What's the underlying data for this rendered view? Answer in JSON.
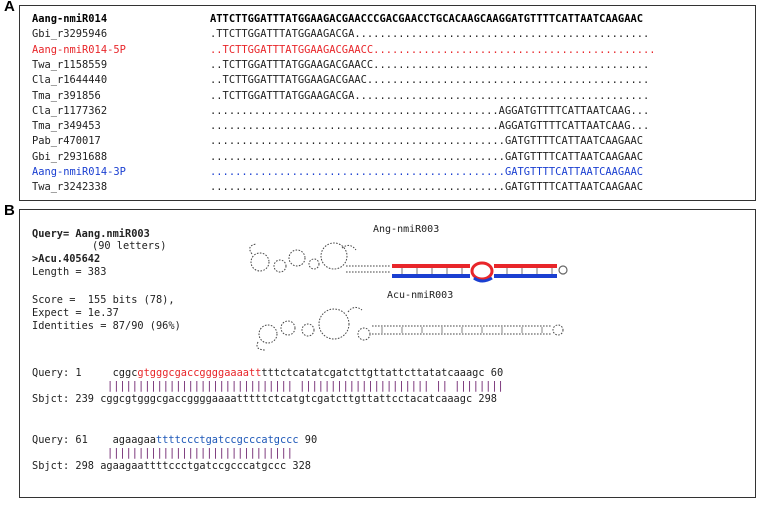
{
  "panel_a": {
    "letter": "A",
    "rows": [
      {
        "name": "Aang-nmiR014",
        "seq": "ATTCTTGGATTTATGGAAGACGAACCCGACGAACCTGCACAAGCAAGGATGTTTTCATTAATCAAGAAC",
        "style": "bold"
      },
      {
        "name": "Gbi_r3295946",
        "seq": ".TTCTTGGATTTATGGAAGACGA...............................................",
        "style": "plain"
      },
      {
        "name": "Aang-nmiR014-5P",
        "seq": "..TCTTGGATTTATGGAAGACGAACC.............................................",
        "style": "red"
      },
      {
        "name": "Twa_r1158559",
        "seq": "..TCTTGGATTTATGGAAGACGAACC............................................",
        "style": "plain"
      },
      {
        "name": "Cla_r1644440",
        "seq": "..TCTTGGATTTATGGAAGACGAAC.............................................",
        "style": "plain"
      },
      {
        "name": "Tma_r391856",
        "seq": "..TCTTGGATTTATGGAAGACGA...............................................",
        "style": "plain"
      },
      {
        "name": "Cla_r1177362",
        "seq": "..............................................AGGATGTTTTCATTAATCAAG...",
        "style": "plain"
      },
      {
        "name": "Tma_r349453",
        "seq": "..............................................AGGATGTTTTCATTAATCAAG...",
        "style": "plain"
      },
      {
        "name": "Pab_r470017",
        "seq": "...............................................GATGTTTTCATTAATCAAGAAC",
        "style": "plain"
      },
      {
        "name": "Gbi_r2931688",
        "seq": "...............................................GATGTTTTCATTAATCAAGAAC",
        "style": "plain"
      },
      {
        "name": "Aang-nmiR014-3P",
        "seq": "...............................................GATGTTTTCATTAATCAAGAAC",
        "style": "blue"
      },
      {
        "name": "Twa_r3242338",
        "seq": "...............................................GATGTTTTCATTAATCAAGAAC",
        "style": "plain"
      }
    ]
  },
  "panel_b": {
    "letter": "B",
    "query_line": "Query= Aang.nmiR003",
    "letters_line": "(90 letters)",
    "subject_line": ">Acu.405642",
    "length_line": "Length = 383",
    "score_line": "Score =  155 bits (78),",
    "expect_line": "Expect = 1e.37",
    "identities_line": "Identities = 87/90 (96%)",
    "struct_top_label": "Ang-nmiR003",
    "struct_bottom_label": "Acu-nmiR003",
    "alignment1": {
      "q_prefix": "Query: 1     ",
      "q_seq_a": "cggc",
      "q_seq_red": "gtgggcgaccggggaaaatt",
      "q_seq_b": "tttctcatatcgatcttgttattcttatatcaaagc",
      "q_end": " 60",
      "bars": "|||||||||||||||||||||||||||||| ||||||||||||||||||||| || ||||||||",
      "s_prefix": "Sbjct: 239 ",
      "s_seq": "cggcgtgggcgaccggggaaaatttttctcatgtcgatcttgttattcctacatcaaagc",
      "s_end": " 298"
    },
    "alignment2": {
      "q_prefix": "Query: 61    ",
      "q_seq_a": "agaagaa",
      "q_seq_blue": "ttttccctgatccgcccatgccc",
      "q_end": " 90",
      "bars": "||||||||||||||||||||||||||||||",
      "s_prefix": "Sbjct: 298 ",
      "s_seq": "agaagaattttccctgatccgcccatgccc",
      "s_end": " 328"
    }
  }
}
